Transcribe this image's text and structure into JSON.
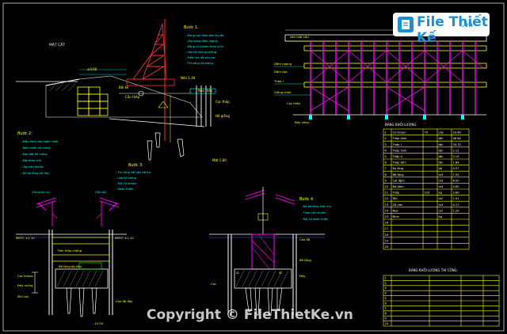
{
  "logo": {
    "brand": "File Thiết Kế",
    "domain": ".vn"
  },
  "watermark": "Copyright © FileThietKe.vn",
  "colors": {
    "bg": "#000000",
    "yellow": "#ffff00",
    "magenta": "#ff00ff",
    "cyan": "#00ffff",
    "white": "#ffffff",
    "red": "#ff3030",
    "green": "#00ff00",
    "blue": "#4060ff"
  },
  "steps": {
    "step1": "Bước 1:",
    "step2": "Bước 2:",
    "step3": "Bước 3:",
    "step4": "Bước 4"
  },
  "table1": {
    "title": "BẢNG KHỐI LƯỢNG",
    "rows": [
      [
        "1",
        "Cừ larsen",
        "70",
        "cây",
        "33.60"
      ],
      [
        "2",
        "Thép hình",
        "",
        "tấn",
        "46.64"
      ],
      [
        "3",
        "Thép I",
        "",
        "tấn",
        "33.72"
      ],
      [
        "4",
        "Thép hình",
        "",
        "tấn",
        "2.12"
      ],
      [
        "5",
        "Thép U",
        "",
        "tấn",
        "5.15"
      ],
      [
        "6",
        "Thép tấm",
        "",
        "tấn",
        "1.84"
      ],
      [
        "7",
        "Bu lông",
        "",
        "bộ",
        "4.57"
      ],
      [
        "8",
        "Bê tông",
        "",
        "m3",
        "7.05"
      ],
      [
        "9",
        "Cát đệm",
        "",
        "m3",
        "6.00"
      ],
      [
        "10",
        "Đá dăm",
        "",
        "m3",
        "4.80"
      ],
      [
        "11",
        "Thép",
        "120",
        "kg",
        "3.89"
      ],
      [
        "12",
        "Tôn",
        "",
        "m2",
        "1.51"
      ],
      [
        "13",
        "Gỗ ván",
        "",
        "m3",
        "4.17"
      ],
      [
        "14",
        "Neo",
        "",
        "cái",
        "1.20"
      ],
      [
        "15",
        "Đinh",
        "",
        "kg",
        ""
      ],
      [
        "16",
        "",
        "",
        "",
        ""
      ],
      [
        "17",
        "",
        "",
        "",
        ""
      ],
      [
        "18",
        "",
        "",
        "",
        ""
      ],
      [
        "19",
        "",
        "",
        "",
        ""
      ],
      [
        "20",
        "",
        "",
        "",
        ""
      ]
    ]
  },
  "table2": {
    "title": "BẢNG KHỐI LƯỢNG THI CÔNG",
    "rows": [
      [
        "1",
        "",
        "",
        "",
        ""
      ],
      [
        "2",
        "",
        "",
        "",
        ""
      ],
      [
        "3",
        "",
        "",
        "",
        ""
      ],
      [
        "4",
        "",
        "",
        "",
        ""
      ],
      [
        "5",
        "",
        "",
        "",
        ""
      ],
      [
        "6",
        "",
        "",
        "",
        ""
      ],
      [
        "7",
        "",
        "",
        "",
        ""
      ],
      [
        "8",
        "",
        "",
        "",
        ""
      ],
      [
        "9",
        "",
        "",
        "",
        ""
      ],
      [
        "10",
        "",
        "",
        "",
        ""
      ]
    ]
  }
}
